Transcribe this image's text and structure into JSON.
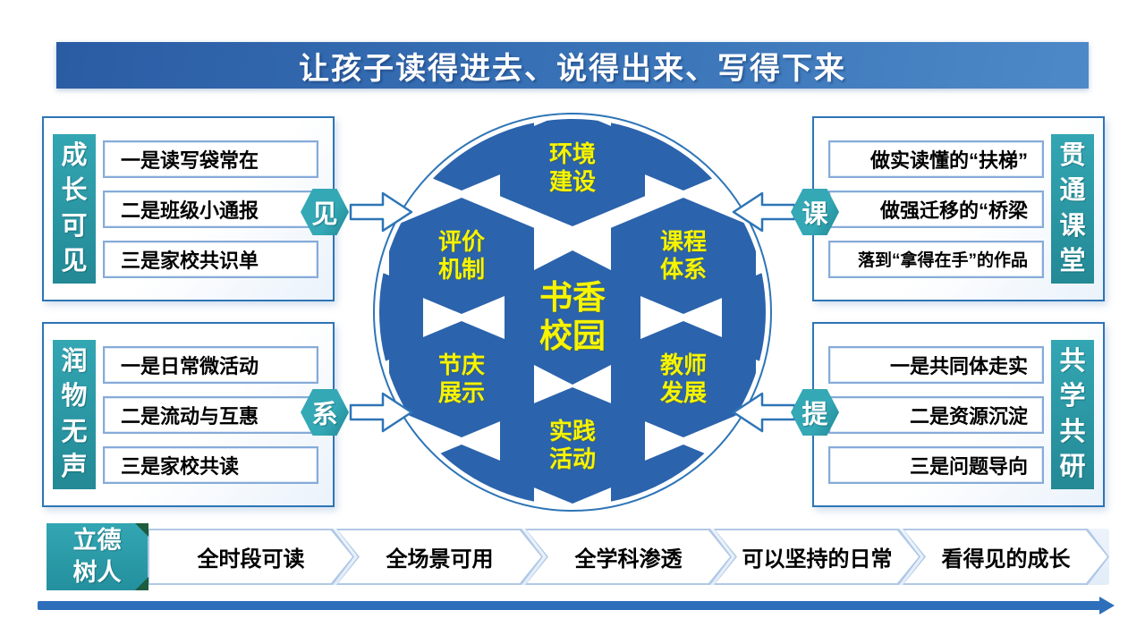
{
  "title": {
    "text": "让孩子读得进去、说得出来、写得下来"
  },
  "center": {
    "core": "书香校园",
    "ring": [
      {
        "label": "环境建设"
      },
      {
        "label": "评价机制"
      },
      {
        "label": "课程体系"
      },
      {
        "label": "节庆展示"
      },
      {
        "label": "教师发展"
      },
      {
        "label": "实践活动"
      }
    ]
  },
  "groups": [
    {
      "label": "成长可见",
      "badge": "见",
      "items": [
        "一是读写袋常在",
        "二是班级小通报",
        "三是家校共识单"
      ]
    },
    {
      "label": "润物无声",
      "badge": "系",
      "items": [
        "一是日常微活动",
        "二是流动与互惠",
        "三是家校共读"
      ]
    },
    {
      "label": "贯通课堂",
      "badge": "课",
      "items": [
        "做实读懂的“扶梯”",
        "做强迁移的“桥梁",
        "落到“拿得在手”的作品"
      ]
    },
    {
      "label": "共学共研",
      "badge": "提",
      "items": [
        "一是共同体走实",
        "二是资源沉淀",
        "三是问题导向"
      ]
    }
  ],
  "footer": {
    "label": "立德树人",
    "steps": [
      "全时段可读",
      "全场景可用",
      "全学科渗透",
      "可以坚持的日常",
      "看得见的成长"
    ]
  },
  "colors": {
    "banner_blue_dark": "#2a5ca4",
    "banner_blue_light": "#4d89c8",
    "hexagon_blue": "#2b63ac",
    "hexagon_text_yellow": "#f7f400",
    "teal_accent": "#2a9aa7",
    "group_border_blue": "#2e75b6",
    "chevron_outline": "#b0c8e6",
    "corner_fold_green": "#1d5c3f",
    "bottom_arrow_blue": "#2d6fba"
  }
}
